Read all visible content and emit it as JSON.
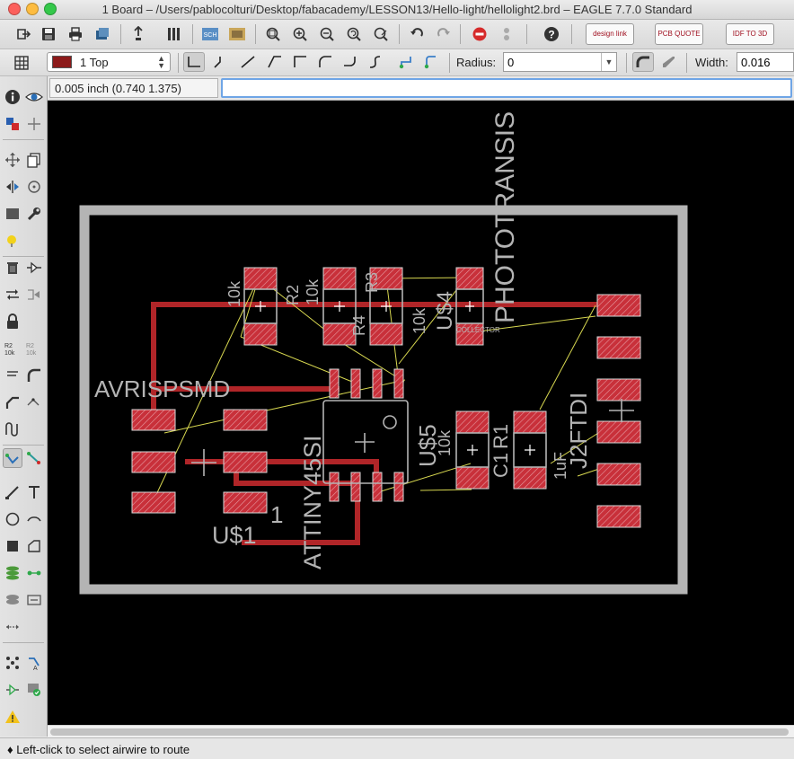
{
  "window": {
    "title": "1 Board – /Users/pablocolturi/Desktop/fabacademy/LESSON13/Hello-light/hellolight2.brd – EAGLE 7.7.0 Standard",
    "close_color": "#fc605c",
    "minimize_color": "#fdbc40",
    "zoom_color": "#34c84a"
  },
  "toolbar": {
    "buttons": [
      {
        "name": "open-icon",
        "glyph": "⇥"
      },
      {
        "name": "save-icon",
        "glyph": "▣"
      },
      {
        "name": "print-icon",
        "glyph": "⎙"
      },
      {
        "name": "cam-icon",
        "glyph": "◼"
      },
      {
        "name": "script-icon",
        "glyph": "⇞"
      },
      {
        "name": "ulp-icon",
        "glyph": "▥"
      },
      {
        "name": "sch-icon",
        "glyph": "SCH"
      },
      {
        "name": "layer-view-icon",
        "glyph": "▤"
      },
      {
        "name": "zoom-fit-icon",
        "glyph": "⊕"
      },
      {
        "name": "zoom-in-icon",
        "glyph": "⊕"
      },
      {
        "name": "zoom-out-icon",
        "glyph": "⊖"
      },
      {
        "name": "redraw-icon",
        "glyph": "⊘"
      },
      {
        "name": "zoom-select-icon",
        "glyph": "⊙"
      },
      {
        "name": "undo-icon",
        "glyph": "↶"
      },
      {
        "name": "redo-icon",
        "glyph": "↷"
      },
      {
        "name": "stop-icon",
        "glyph": "⊖"
      },
      {
        "name": "go-icon",
        "glyph": "●"
      },
      {
        "name": "help-icon",
        "glyph": "?"
      }
    ],
    "partners": [
      {
        "name": "design-link-button",
        "label": "design link"
      },
      {
        "name": "pcb-quote-button",
        "label": "PCB QUOTE"
      },
      {
        "name": "idf-to-3d-button",
        "label": "IDF TO 3D"
      }
    ]
  },
  "params": {
    "layer_label": "1 Top",
    "layer_color": "#8c1a1a",
    "radius_label": "Radius:",
    "radius_value": "0",
    "width_label": "Width:",
    "width_value": "0.016"
  },
  "coords": {
    "display": "0.005 inch (0.740 1.375)",
    "command": ""
  },
  "board": {
    "outline_color": "#b4b4b4",
    "pad_color": "#c8303a",
    "trace_color": "#b02528",
    "airwire_color": "#d8d850",
    "label_color": "#b4b4b4",
    "labels": {
      "phototrans": "PHOTOTRANSIS",
      "avrisp": "AVRISPSMD",
      "attiny": "ATTINY45SI",
      "us1": "U$1",
      "one": "1",
      "us5": "U$5",
      "tenk_us5": "10k",
      "c1": "C1",
      "r1": "R1",
      "onef": "1uF",
      "j2": "J2FTDI",
      "tenk1": "10k",
      "r2": "R2",
      "tenk2": "10k",
      "r4": "R4",
      "r3": "R3",
      "tenk3": "10k",
      "us4": "U$4",
      "collector": "COLLECTOR"
    }
  },
  "status": {
    "message": "♦ Left-click to select airwire to route"
  }
}
